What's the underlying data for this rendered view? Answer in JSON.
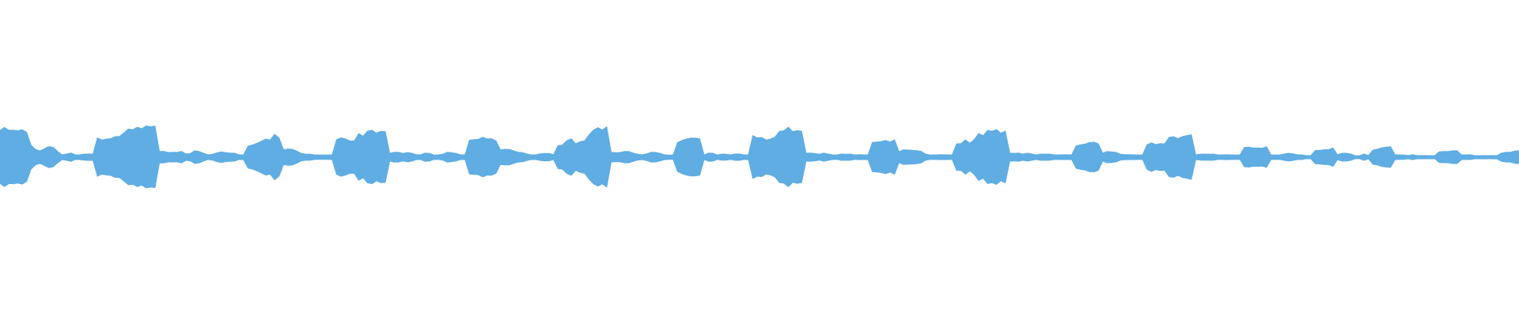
{
  "waveform": {
    "color": "#5fade3",
    "background": "#ffffff",
    "envelope": [
      0.36,
      0.36,
      0.36,
      0.34,
      0.34,
      0.35,
      0.31,
      0.16,
      0.1,
      0.08,
      0.1,
      0.13,
      0.13,
      0.07,
      0.03,
      0.04,
      0.05,
      0.03,
      0.03,
      0.04,
      0.04,
      0.04,
      0.24,
      0.22,
      0.24,
      0.24,
      0.26,
      0.28,
      0.32,
      0.36,
      0.33,
      0.37,
      0.37,
      0.4,
      0.4,
      0.39,
      0.07,
      0.07,
      0.06,
      0.06,
      0.06,
      0.07,
      0.04,
      0.05,
      0.08,
      0.07,
      0.05,
      0.03,
      0.04,
      0.06,
      0.07,
      0.06,
      0.05,
      0.05,
      0.03,
      0.03,
      0.14,
      0.16,
      0.18,
      0.21,
      0.24,
      0.23,
      0.28,
      0.26,
      0.1,
      0.11,
      0.1,
      0.08,
      0.05,
      0.04,
      0.04,
      0.03,
      0.03,
      0.03,
      0.03,
      0.03,
      0.23,
      0.24,
      0.24,
      0.22,
      0.2,
      0.3,
      0.28,
      0.34,
      0.36,
      0.31,
      0.33,
      0.33,
      0.05,
      0.06,
      0.06,
      0.05,
      0.06,
      0.05,
      0.03,
      0.03,
      0.05,
      0.05,
      0.03,
      0.03,
      0.04,
      0.06,
      0.06,
      0.05,
      0.03,
      0.03,
      0.22,
      0.22,
      0.22,
      0.24,
      0.24,
      0.23,
      0.22,
      0.1,
      0.1,
      0.1,
      0.08,
      0.06,
      0.06,
      0.04,
      0.03,
      0.03,
      0.04,
      0.05,
      0.05,
      0.03,
      0.15,
      0.16,
      0.2,
      0.24,
      0.17,
      0.19,
      0.2,
      0.3,
      0.34,
      0.36,
      0.36,
      0.37,
      0.06,
      0.06,
      0.06,
      0.07,
      0.07,
      0.05,
      0.04,
      0.03,
      0.04,
      0.06,
      0.06,
      0.05,
      0.03,
      0.03,
      0.03,
      0.18,
      0.21,
      0.22,
      0.23,
      0.24,
      0.24,
      0.03,
      0.05,
      0.05,
      0.03,
      0.04,
      0.04,
      0.03,
      0.04,
      0.04,
      0.03,
      0.03,
      0.29,
      0.24,
      0.24,
      0.21,
      0.23,
      0.25,
      0.34,
      0.34,
      0.36,
      0.33,
      0.32,
      0.33,
      0.05,
      0.05,
      0.05,
      0.04,
      0.05,
      0.04,
      0.03,
      0.03,
      0.04,
      0.04,
      0.04,
      0.03,
      0.03,
      0.03,
      0.03,
      0.18,
      0.2,
      0.2,
      0.21,
      0.2,
      0.22,
      0.07,
      0.09,
      0.09,
      0.09,
      0.08,
      0.07,
      0.04,
      0.03,
      0.03,
      0.03,
      0.03,
      0.03,
      0.03,
      0.16,
      0.18,
      0.21,
      0.18,
      0.22,
      0.3,
      0.28,
      0.33,
      0.33,
      0.35,
      0.32,
      0.33,
      0.05,
      0.05,
      0.05,
      0.04,
      0.05,
      0.04,
      0.03,
      0.04,
      0.04,
      0.04,
      0.03,
      0.03,
      0.03,
      0.03,
      0.03,
      0.15,
      0.16,
      0.17,
      0.18,
      0.18,
      0.17,
      0.05,
      0.07,
      0.07,
      0.06,
      0.04,
      0.03,
      0.03,
      0.03,
      0.03,
      0.03,
      0.16,
      0.18,
      0.17,
      0.17,
      0.16,
      0.24,
      0.26,
      0.25,
      0.27,
      0.27,
      0.28,
      0.03,
      0.04,
      0.04,
      0.04,
      0.04,
      0.03,
      0.03,
      0.03,
      0.03,
      0.03,
      0.03,
      0.13,
      0.13,
      0.12,
      0.12,
      0.11,
      0.13,
      0.03,
      0.03,
      0.03,
      0.04,
      0.05,
      0.04,
      0.03,
      0.03,
      0.02,
      0.02,
      0.09,
      0.09,
      0.09,
      0.1,
      0.12,
      0.03,
      0.05,
      0.05,
      0.04,
      0.02,
      0.02,
      0.04,
      0.02,
      0.09,
      0.1,
      0.12,
      0.13,
      0.13,
      0.03,
      0.03,
      0.03,
      0.02,
      0.03,
      0.02,
      0.02,
      0.02,
      0.02,
      0.02,
      0.07,
      0.07,
      0.07,
      0.08,
      0.08,
      0.03,
      0.03,
      0.03,
      0.02,
      0.02,
      0.02,
      0.02,
      0.02,
      0.02,
      0.05,
      0.06,
      0.06,
      0.08,
      0.08
    ]
  }
}
